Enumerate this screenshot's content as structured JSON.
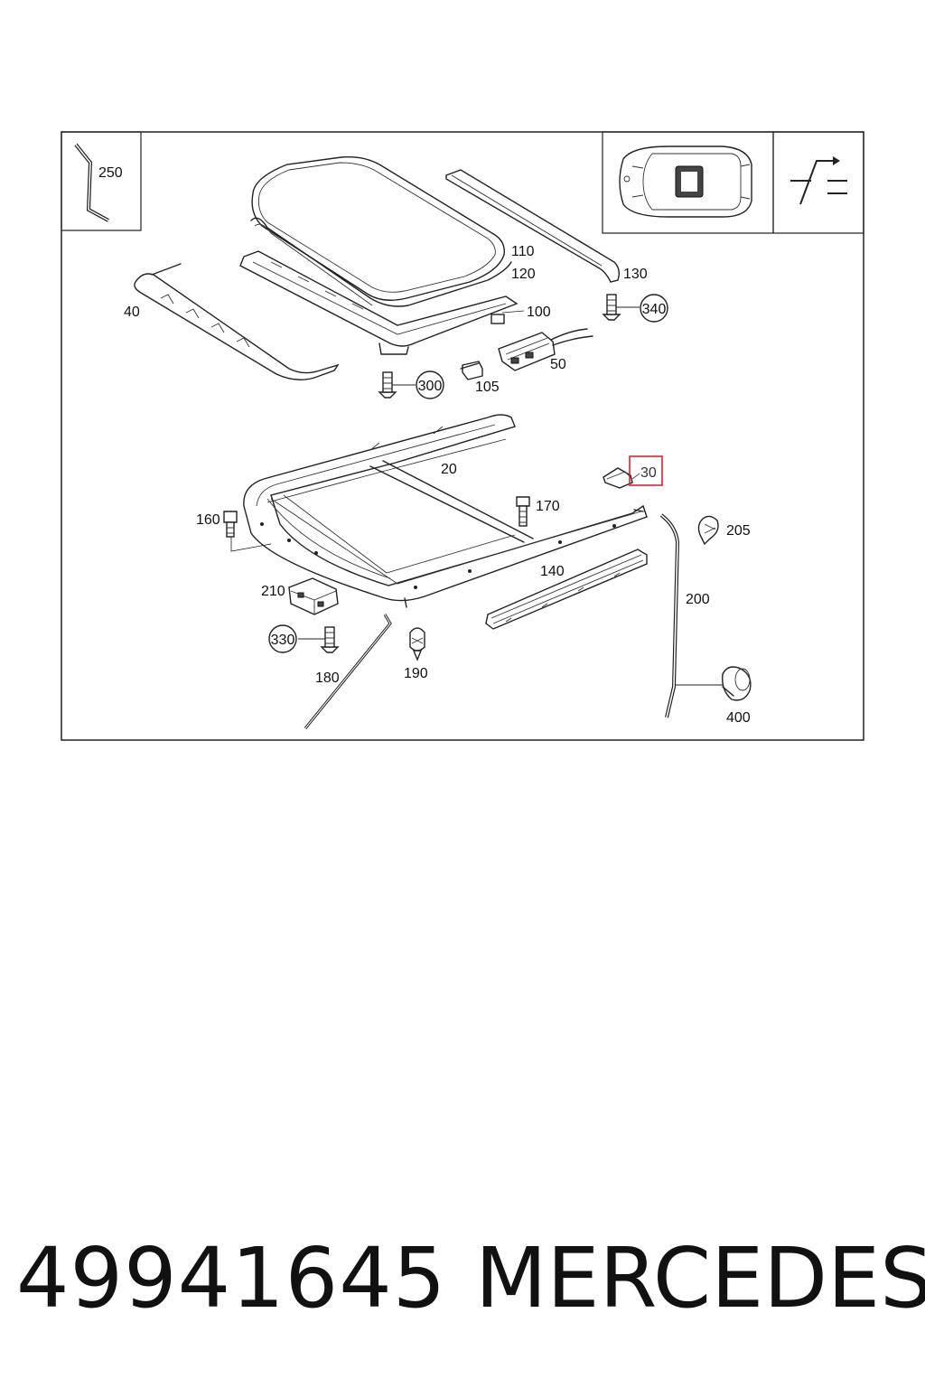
{
  "diagram": {
    "callouts": {
      "c250": "250",
      "c110": "110",
      "c120": "120",
      "c130": "130",
      "c40": "40",
      "c100": "100",
      "c340": "340",
      "c50": "50",
      "c105": "105",
      "c300": "300",
      "c20": "20",
      "c30": "30",
      "c160": "160",
      "c170": "170",
      "c205": "205",
      "c140": "140",
      "c200": "200",
      "c210": "210",
      "c330": "330",
      "c180": "180",
      "c190": "190",
      "c400": "400"
    },
    "highlight_color": "#e0202a"
  },
  "footer": {
    "part_number": "49941645",
    "brand": "MERCEDES"
  }
}
